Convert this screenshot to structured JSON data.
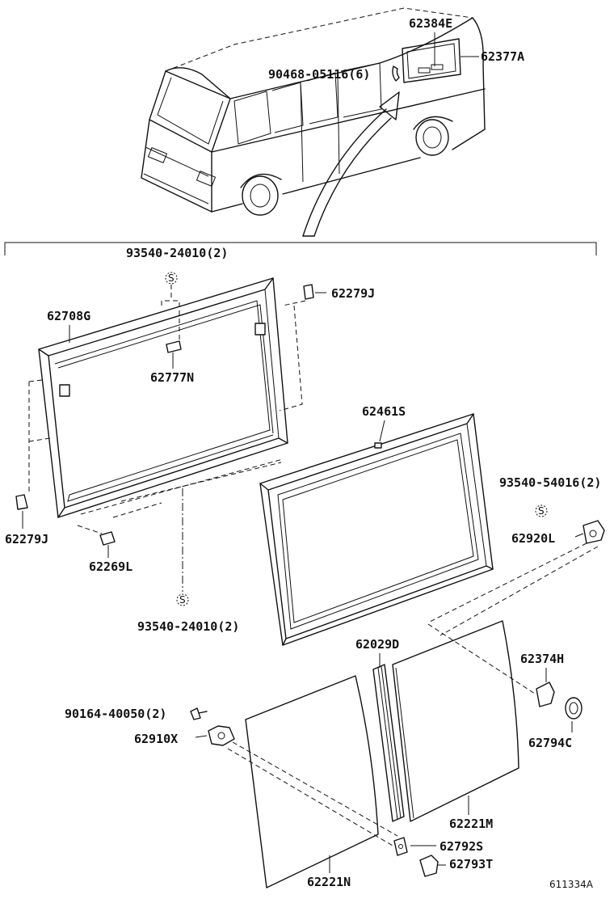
{
  "diagram": {
    "code": "611334A",
    "labels": {
      "p62384E": "62384E",
      "p62377A": "62377A",
      "p90468": "90468-05116(6)",
      "p93540_top": "93540-24010(2)",
      "p62279J_top": "62279J",
      "p62708G": "62708G",
      "p62777N": "62777N",
      "p62461S": "62461S",
      "p62279J_bot": "62279J",
      "p62269L": "62269L",
      "p93540_54016": "93540-54016(2)",
      "p62920L": "62920L",
      "p93540_bot": "93540-24010(2)",
      "p62029D": "62029D",
      "p62374H": "62374H",
      "p90164": "90164-40050(2)",
      "p62910X": "62910X",
      "p62794C": "62794C",
      "p62221M": "62221M",
      "p62792S": "62792S",
      "p62793T": "62793T",
      "p62221N": "62221N"
    },
    "symbol_s": "S"
  }
}
